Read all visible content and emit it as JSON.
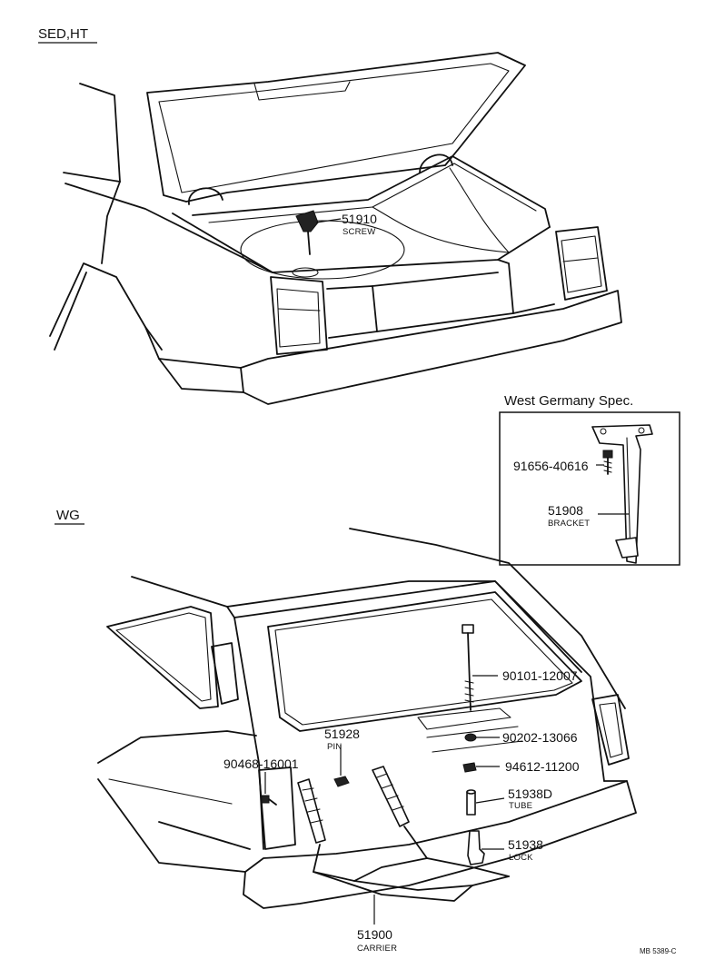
{
  "sections": {
    "sedan": "SED,HT",
    "wagon": "WG",
    "inset": "West Germany Spec."
  },
  "parts": {
    "screw": {
      "number": "51910",
      "name": "SCREW"
    },
    "bolt": {
      "number": "91656-40616"
    },
    "bracket": {
      "number": "51908",
      "name": "BRACKET"
    },
    "bolt_top": {
      "number": "90101-12007"
    },
    "pin": {
      "number": "51928",
      "name": "PIN"
    },
    "bolt_side": {
      "number": "90468-16001"
    },
    "washer": {
      "number": "90202-13066"
    },
    "nut": {
      "number": "94612-11200"
    },
    "tube": {
      "number": "51938D",
      "name": "TUBE"
    },
    "lock": {
      "number": "51938",
      "name": "LOCK"
    },
    "carrier": {
      "number": "51900",
      "name": "CARRIER"
    }
  },
  "figure_code": "MB 5389-C"
}
